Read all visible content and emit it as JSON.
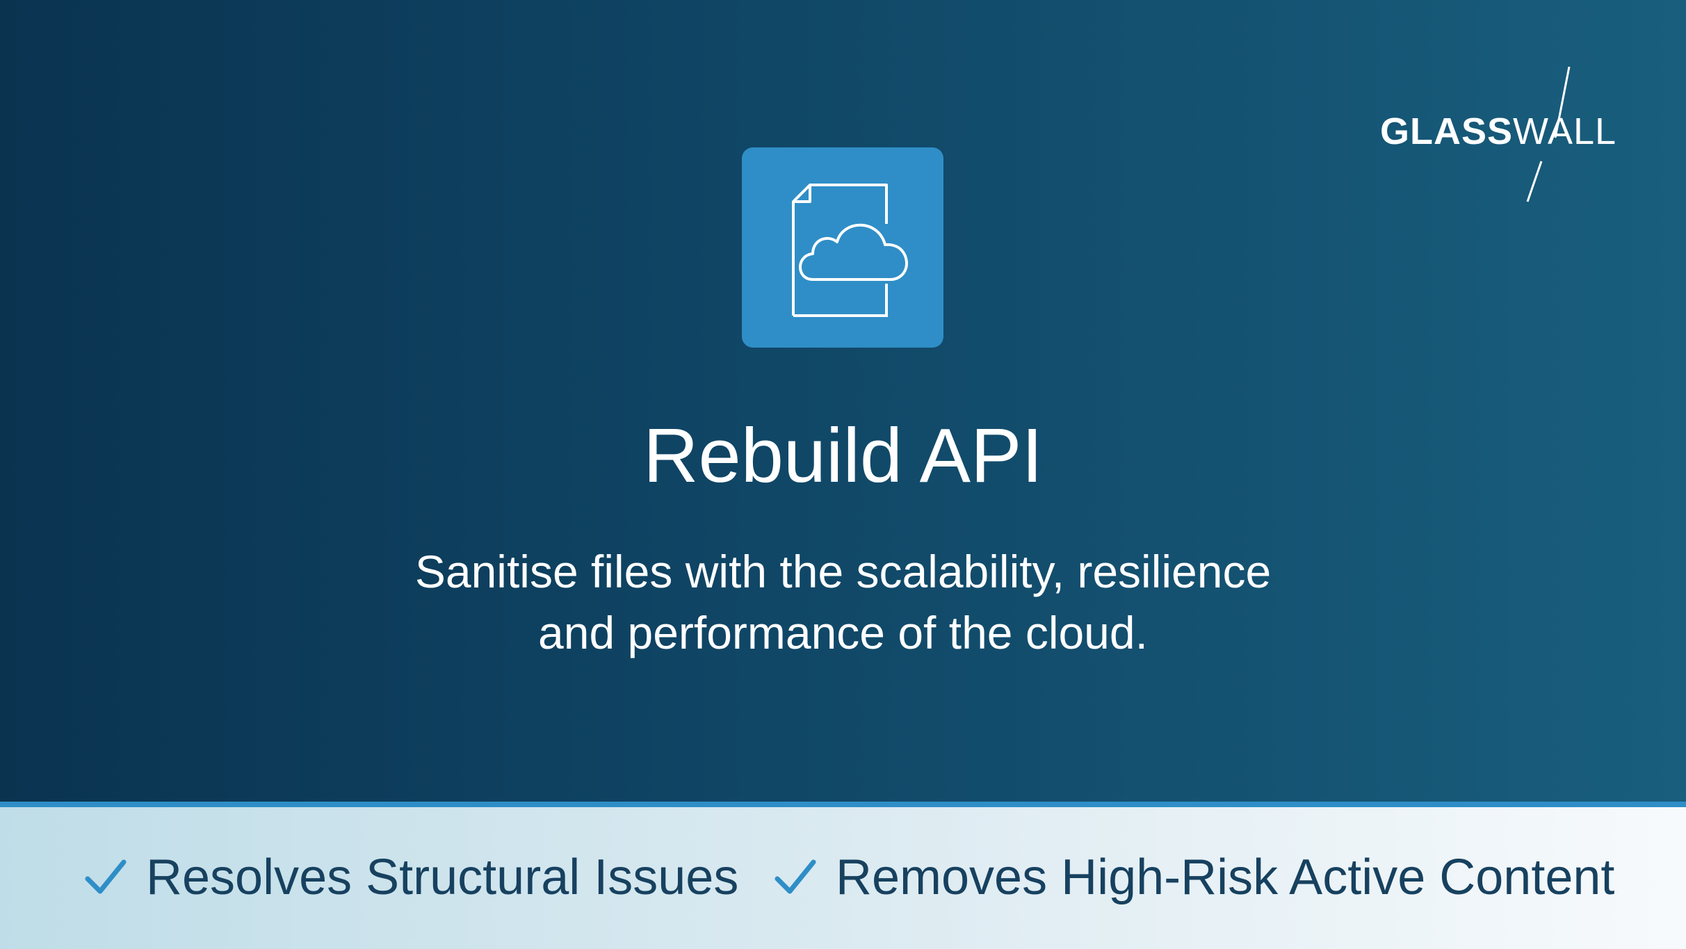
{
  "brand": {
    "name_part1": "GLASS",
    "name_part2": "WALL"
  },
  "product": {
    "icon": "document-cloud-icon",
    "title": "Rebuild API",
    "subtitle_lines": [
      "Sanitise files with the scalability, resilience",
      "and performance of the cloud."
    ]
  },
  "features": [
    {
      "icon": "check-icon",
      "label": "Resolves Structural Issues"
    },
    {
      "icon": "check-icon",
      "label": "Removes High-Risk Active Content"
    }
  ],
  "colors": {
    "background_dark": "#0a3350",
    "background_light": "#195e7d",
    "accent": "#2f8ec7",
    "footer_text": "#17415f"
  }
}
